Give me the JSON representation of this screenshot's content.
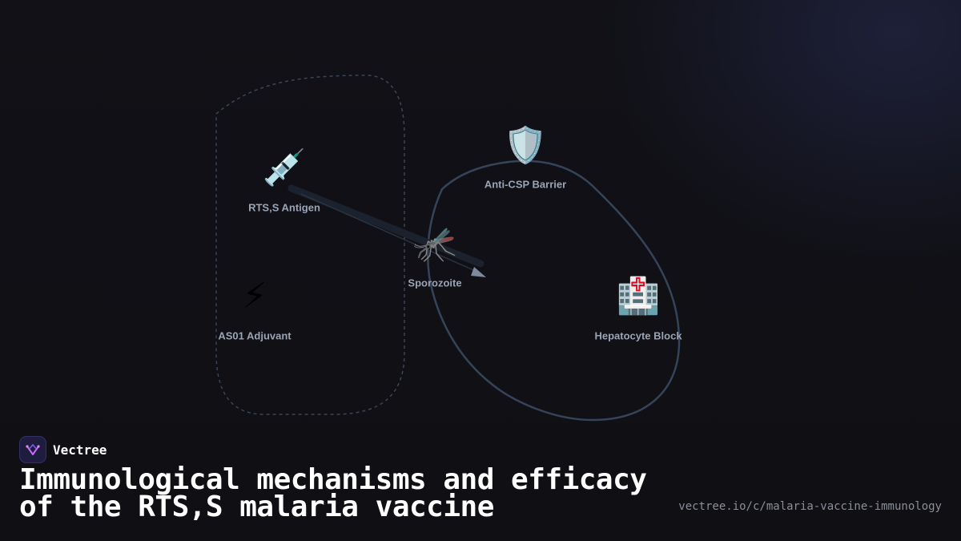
{
  "brand": {
    "name": "Vectree",
    "accent_color": "#c56cf0",
    "logo_icon": "vectree-logo-icon"
  },
  "title": {
    "line1": "Immunological mechanisms and efficacy",
    "line2": "of the RTS,S malaria vaccine"
  },
  "url": "vectree.io/c/malaria-vaccine-immunology",
  "diagram": {
    "nodes": [
      {
        "id": "rtss-antigen",
        "icon": "syringe-icon",
        "glyph": "💉",
        "label": "RTS,S Antigen"
      },
      {
        "id": "as01-adjuvant",
        "icon": "lightning-icon",
        "glyph": "⚡",
        "label": "AS01 Adjuvant"
      },
      {
        "id": "sporozoite",
        "icon": "mosquito-icon",
        "glyph": "🦟",
        "label": "Sporozoite"
      },
      {
        "id": "anti-csp-barrier",
        "icon": "shield-icon",
        "glyph": "🛡️",
        "label": "Anti-CSP Barrier"
      },
      {
        "id": "hepatocyte-block",
        "icon": "hospital-icon",
        "glyph": "🏥",
        "label": "Hepatocyte Block"
      }
    ],
    "groups": [
      {
        "id": "vaccine-components",
        "style": "dashed",
        "members": [
          "rtss-antigen",
          "as01-adjuvant"
        ]
      },
      {
        "id": "immune-response",
        "style": "solid",
        "members": [
          "sporozoite",
          "anti-csp-barrier",
          "hepatocyte-block"
        ]
      }
    ],
    "edges": [
      {
        "from": "rtss-antigen",
        "to": "sporozoite",
        "arrow": true
      }
    ],
    "colors": {
      "outline": "#3a4658",
      "label": "#9aa4b4",
      "arrow": "#7d8a9e"
    }
  }
}
